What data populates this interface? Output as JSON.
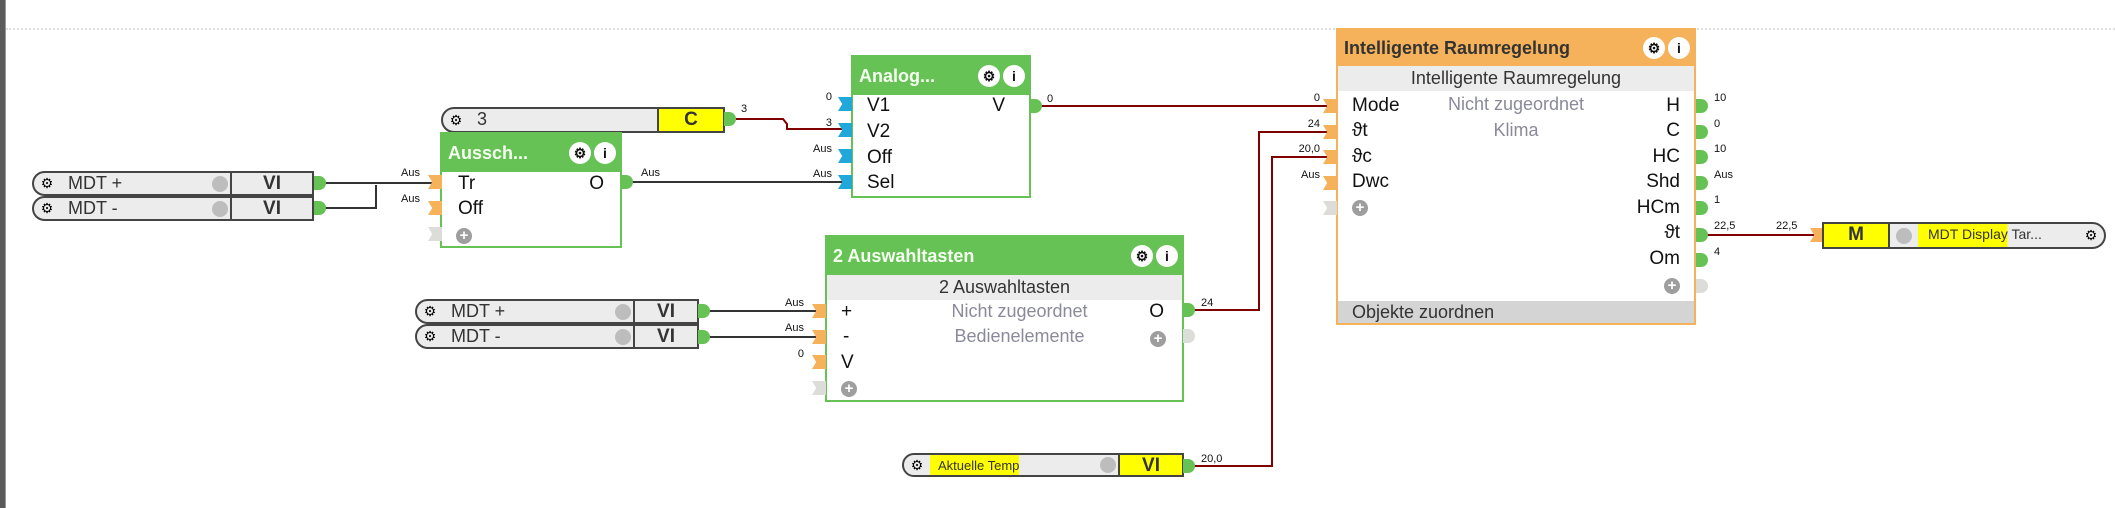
{
  "canvas": {
    "wire_colors": {
      "analog": "#800000",
      "digital": "#333333"
    },
    "block_colors": {
      "green_header": "#66c254",
      "orange_header": "#f5b25a",
      "input_orange": "#f5b25a",
      "input_blue": "#22a8d8",
      "output_green": "#66c254",
      "highlight_yellow": "#ffff00"
    }
  },
  "connectors": {
    "mdt_plus_1": {
      "name": "MDT +",
      "tag": "VI",
      "value": "Aus"
    },
    "mdt_minus_1": {
      "name": "MDT -",
      "tag": "VI",
      "value": "Aus"
    },
    "const_3": {
      "name": "3",
      "tag": "C",
      "value": "3"
    },
    "mdt_plus_2": {
      "name": "MDT +",
      "tag": "VI",
      "value": "Aus"
    },
    "mdt_minus_2": {
      "name": "MDT -",
      "tag": "VI",
      "value": "Aus"
    },
    "aktuelle_temp": {
      "name": "Aktuelle Temp",
      "tag": "VI",
      "value": "20,0"
    },
    "mdt_display": {
      "name": "MDT Display Tar...",
      "tag": "M",
      "value": "22,5"
    }
  },
  "blocks": {
    "aussch": {
      "title": "Aussch...",
      "inputs": [
        {
          "label": "Tr",
          "value": "Aus"
        },
        {
          "label": "Off",
          "value": "Aus"
        }
      ],
      "outputs": [
        {
          "label": "O",
          "value": "Aus"
        }
      ]
    },
    "analog": {
      "title": "Analog...",
      "inputs": [
        {
          "label": "V1",
          "value": "0"
        },
        {
          "label": "V2",
          "value": "3"
        },
        {
          "label": "Off",
          "value": "Aus"
        },
        {
          "label": "Sel",
          "value": "Aus"
        }
      ],
      "outputs": [
        {
          "label": "V",
          "value": "0"
        }
      ]
    },
    "auswahltasten": {
      "title": "2 Auswahltasten",
      "subtitle": "2 Auswahltasten",
      "status1": "Nicht zugeordnet",
      "status2": "Bedienelemente",
      "inputs": [
        {
          "label": "+",
          "value": "Aus"
        },
        {
          "label": "-",
          "value": "Aus"
        },
        {
          "label": "V",
          "value": "0"
        }
      ],
      "outputs": [
        {
          "label": "O",
          "value": "24"
        }
      ]
    },
    "raumregelung": {
      "title": "Intelligente Raumregelung",
      "subtitle": "Intelligente Raumregelung",
      "status1": "Nicht zugeordnet",
      "status2": "Klima",
      "footer": "Objekte zuordnen",
      "inputs": [
        {
          "label": "Mode",
          "value": "0"
        },
        {
          "label": "ϑt",
          "value": "24"
        },
        {
          "label": "ϑc",
          "value": "20,0"
        },
        {
          "label": "Dwc",
          "value": "Aus"
        }
      ],
      "outputs": [
        {
          "label": "H",
          "value": "10"
        },
        {
          "label": "C",
          "value": "0"
        },
        {
          "label": "HC",
          "value": "10"
        },
        {
          "label": "Shd",
          "value": "Aus"
        },
        {
          "label": "HCm",
          "value": "1"
        },
        {
          "label": "ϑt",
          "value": "22,5"
        },
        {
          "label": "Om",
          "value": "4"
        }
      ]
    }
  },
  "icons": {
    "gear": "⚙",
    "info": "i",
    "plus": "+"
  }
}
